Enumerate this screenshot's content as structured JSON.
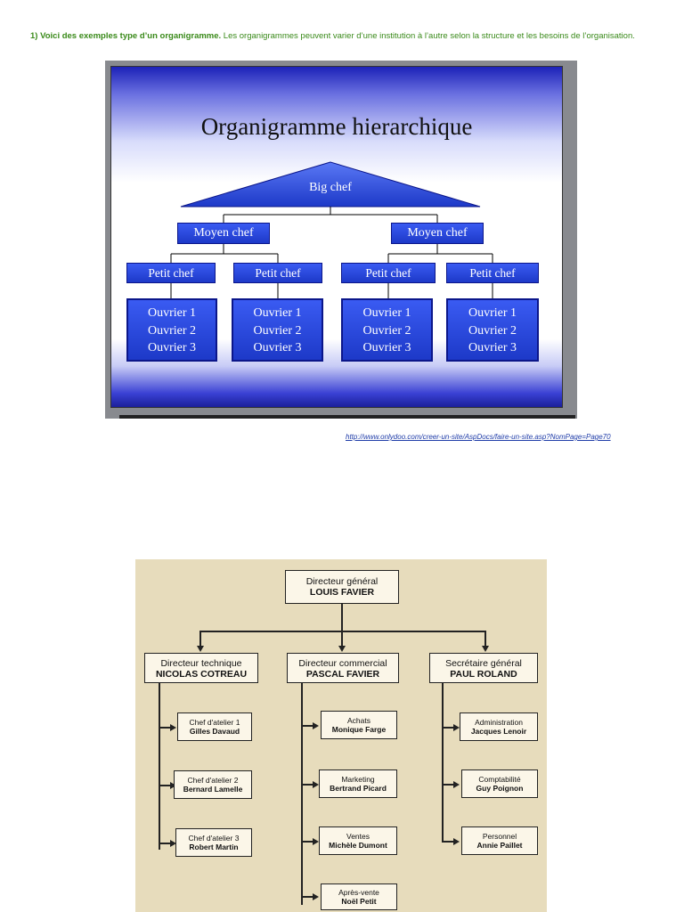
{
  "intro": {
    "bold": "1) Voici des exemples type d’un organigramme.",
    "text": " Les organigrammes peuvent varier d’une institution à l’autre selon la structure et les besoins de l’organisation."
  },
  "slide": {
    "title": "Organigramme hierarchique",
    "top": "Big chef",
    "mid": [
      "Moyen chef",
      "Moyen chef"
    ],
    "small": [
      "Petit chef",
      "Petit chef",
      "Petit chef",
      "Petit chef"
    ],
    "workers": [
      "Ouvrier 1",
      "Ouvrier 2",
      "Ouvrier 3"
    ]
  },
  "source_link": "http://www.onlydoo.com/creer-un-site/AspDocs/faire-un-site.asp?NomPage=Page70",
  "org": {
    "top": {
      "role": "Directeur général",
      "name": "LOUIS FAVIER"
    },
    "directors": [
      {
        "role": "Directeur technique",
        "name": "NICOLAS COTREAU"
      },
      {
        "role": "Directeur commercial",
        "name": "PASCAL FAVIER"
      },
      {
        "role": "Secrétaire général",
        "name": "PAUL ROLAND"
      }
    ],
    "technique": [
      {
        "role": "Chef d'atelier 1",
        "name": "Gilles Davaud"
      },
      {
        "role": "Chef d'atelier 2",
        "name": "Bernard Lamelle"
      },
      {
        "role": "Chef d'atelier 3",
        "name": "Robert Martin"
      }
    ],
    "commercial": [
      {
        "role": "Achats",
        "name": "Monique Farge"
      },
      {
        "role": "Marketing",
        "name": "Bertrand Picard"
      },
      {
        "role": "Ventes",
        "name": "Michèle Dumont"
      },
      {
        "role": "Après-vente",
        "name": "Noël Petit"
      }
    ],
    "secretariat": [
      {
        "role": "Administration",
        "name": "Jacques Lenoir"
      },
      {
        "role": "Comptabilité",
        "name": "Guy Poignon"
      },
      {
        "role": "Personnel",
        "name": "Annie Paillet"
      }
    ]
  }
}
